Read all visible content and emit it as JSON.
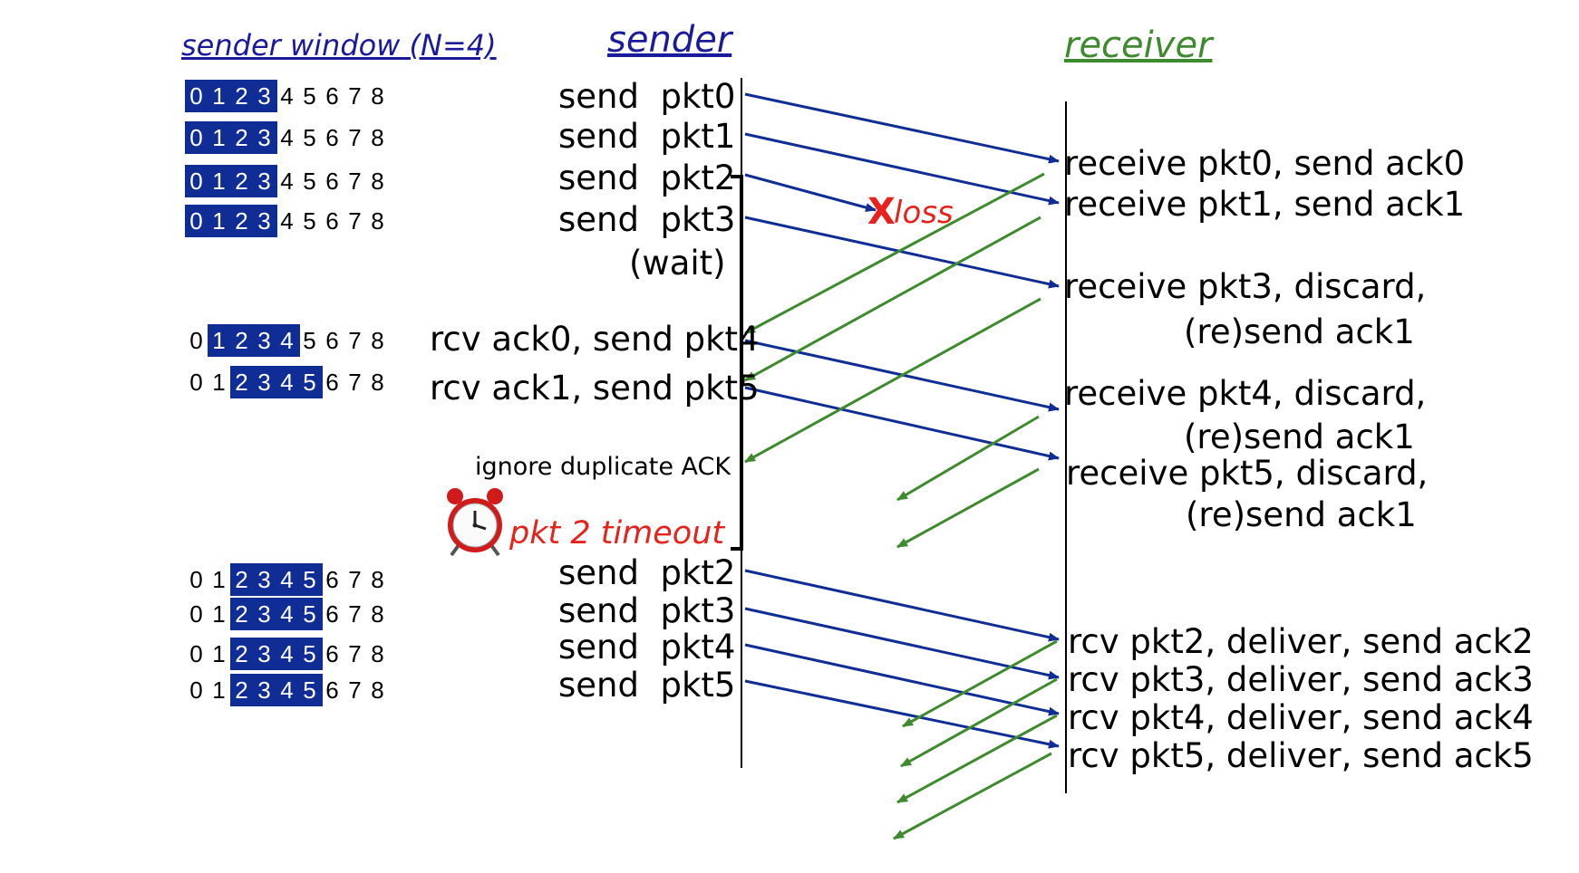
{
  "headers": {
    "window": "sender window (N=4)",
    "sender": "sender",
    "receiver": "receiver"
  },
  "colors": {
    "data_arrow": "#102d96",
    "ack_arrow": "#3f8a2e",
    "window_fill": "#102d96",
    "alert_red": "#e8221b"
  },
  "windows": [
    {
      "seq": "0 1 2 3 4 5 6 7 8",
      "start": 0,
      "size": 4
    },
    {
      "seq": "0 1 2 3 4 5 6 7 8",
      "start": 0,
      "size": 4
    },
    {
      "seq": "0 1 2 3 4 5 6 7 8",
      "start": 0,
      "size": 4
    },
    {
      "seq": "0 1 2 3 4 5 6 7 8",
      "start": 0,
      "size": 4
    },
    {
      "seq": "0 1 2 3 4 5 6 7 8",
      "start": 1,
      "size": 4
    },
    {
      "seq": "0 1 2 3 4 5 6 7 8",
      "start": 2,
      "size": 4
    },
    {
      "seq": "0 1 2 3 4 5 6 7 8",
      "start": 2,
      "size": 4
    },
    {
      "seq": "0 1 2 3 4 5 6 7 8",
      "start": 2,
      "size": 4
    },
    {
      "seq": "0 1 2 3 4 5 6 7 8",
      "start": 2,
      "size": 4
    },
    {
      "seq": "0 1 2 3 4 5 6 7 8",
      "start": 2,
      "size": 4
    }
  ],
  "sender_events": [
    "send  pkt0",
    "send  pkt1",
    "send  pkt2",
    "send  pkt3",
    "(wait)",
    "rcv ack0, send pkt4",
    "rcv ack1, send pkt5",
    "send  pkt2",
    "send  pkt3",
    "send  pkt4",
    "send  pkt5"
  ],
  "sender_notes": {
    "ignore": "ignore duplicate ACK",
    "timeout": "pkt 2 timeout"
  },
  "loss": {
    "mark": "X",
    "label": "loss"
  },
  "receiver_events": [
    "receive pkt0, send ack0",
    "receive pkt1, send ack1",
    "receive pkt3, discard,",
    "(re)send ack1",
    "receive pkt4, discard,",
    "(re)send ack1",
    "receive pkt5, discard,",
    "(re)send ack1",
    "rcv pkt2, deliver, send ack2",
    "rcv pkt3, deliver, send ack3",
    "rcv pkt4, deliver, send ack4",
    "rcv pkt5, deliver, send ack5"
  ]
}
